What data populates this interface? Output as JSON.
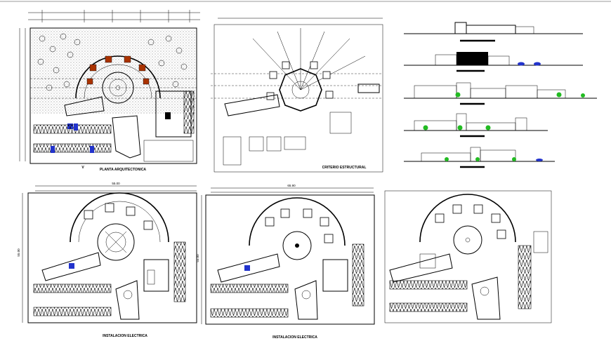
{
  "labels": {
    "plan_arch": "PLANTA ARQUITECTONICA",
    "plan_struct": "CRITERIO ESTRUCTURAL",
    "plan_elec_1": "INSTALACION ELECTRICA",
    "plan_elec_2": "INSTALACION ELECTRICA"
  },
  "dimensions": {
    "width_1": "55.00",
    "width_2": "65.90",
    "height_1": "55.00",
    "height_2": "55.00"
  },
  "colors": {
    "line": "#000000",
    "accent_blue": "#2233cc",
    "accent_green": "#22bb22",
    "accent_red": "#aa3300"
  }
}
